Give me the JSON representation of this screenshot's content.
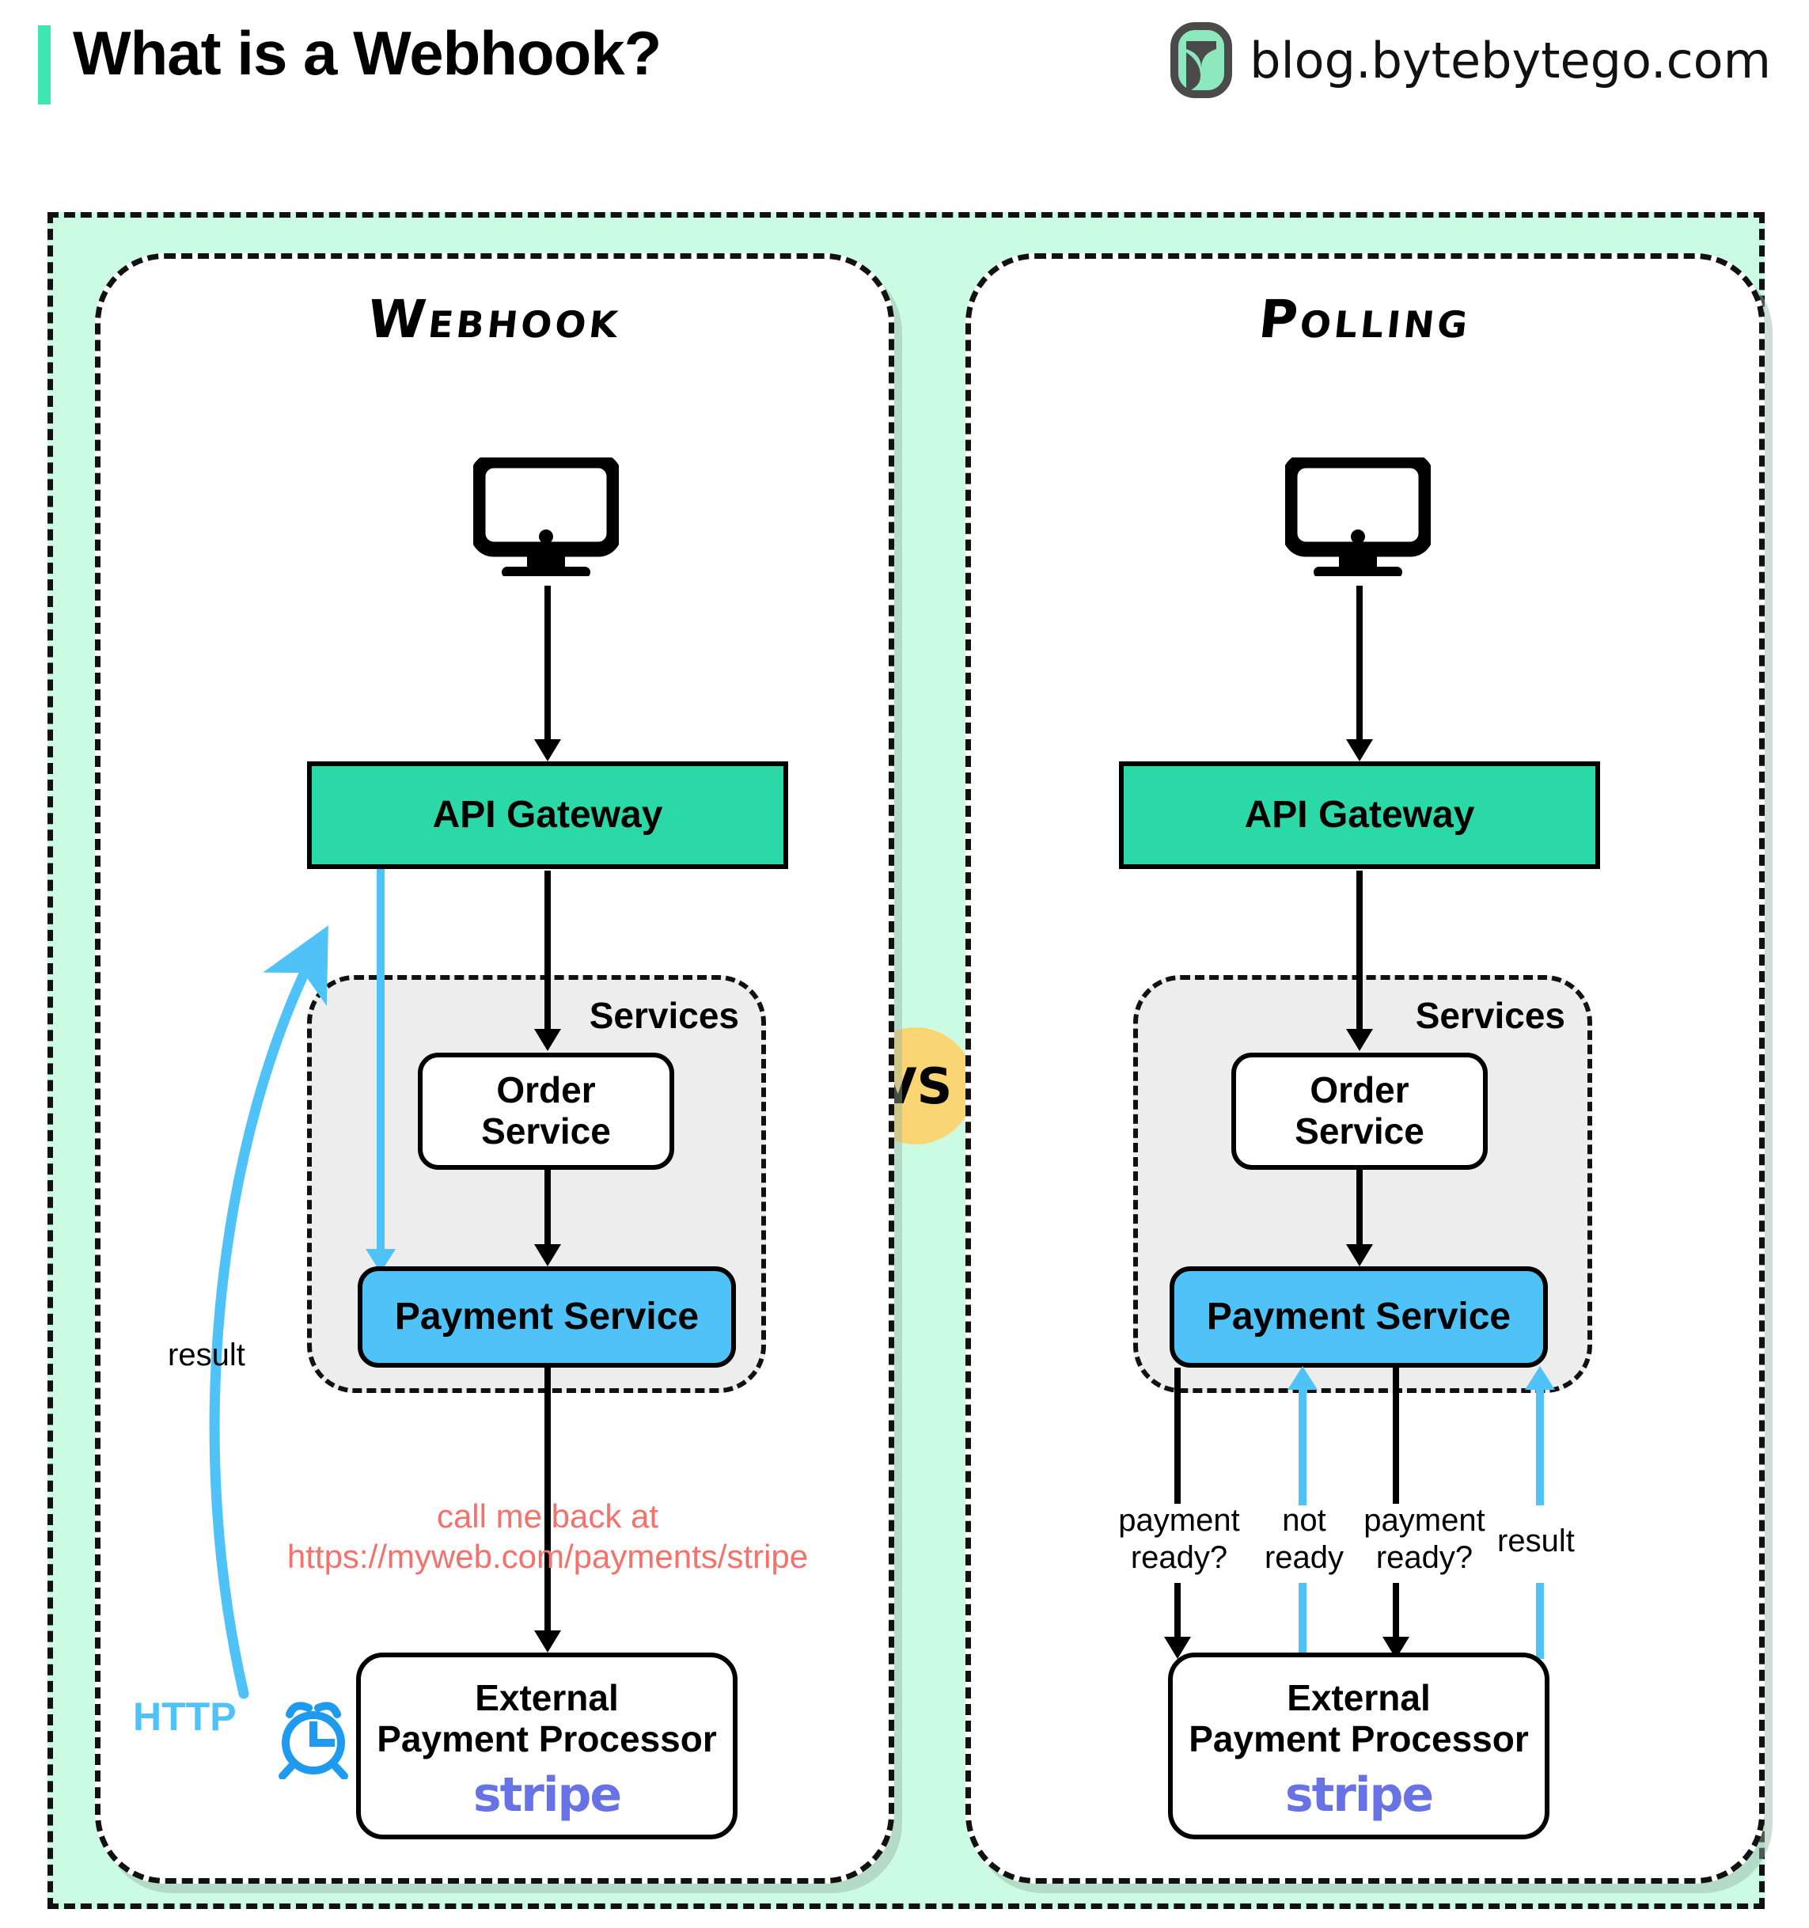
{
  "header": {
    "title": "What is a Webhook?",
    "brand": "blog.bytebytego.com",
    "accent_color": "#3CE8B2"
  },
  "vs_badge": {
    "label": "VS",
    "color": "#FBD473"
  },
  "colors": {
    "canvas_mint": "#CCFBE4",
    "gateway_teal": "#2BD9A8",
    "payment_blue": "#4FC3F7",
    "services_grey": "#EDEDED",
    "callback_red": "#F4726B",
    "stripe_purple": "#6772E5"
  },
  "panels": [
    {
      "id": "webhook",
      "title": "Webhook",
      "client_icon": "desktop-monitor-icon",
      "gateway": "API Gateway",
      "services_label": "Services",
      "order_service": "Order\nService",
      "payment_service": "Payment Service",
      "processor_title": "External\nPayment Processor",
      "processor_brand": "stripe",
      "callback_line1": "call me back at",
      "callback_line2": "https://myweb.com/payments/stripe",
      "result_label": "result",
      "http_label": "HTTP",
      "clock_icon": "alarm-clock-icon"
    },
    {
      "id": "polling",
      "title": "Polling",
      "client_icon": "desktop-monitor-icon",
      "gateway": "API Gateway",
      "services_label": "Services",
      "order_service": "Order\nService",
      "payment_service": "Payment Service",
      "processor_title": "External\nPayment Processor",
      "processor_brand": "stripe",
      "poll_labels": [
        {
          "text": "payment\nready?",
          "direction": "down",
          "color": "#000000"
        },
        {
          "text": "not\nready",
          "direction": "up",
          "color": "#4FC3F7"
        },
        {
          "text": "payment\nready?",
          "direction": "down",
          "color": "#000000"
        },
        {
          "text": "result",
          "direction": "up",
          "color": "#4FC3F7"
        }
      ]
    }
  ]
}
